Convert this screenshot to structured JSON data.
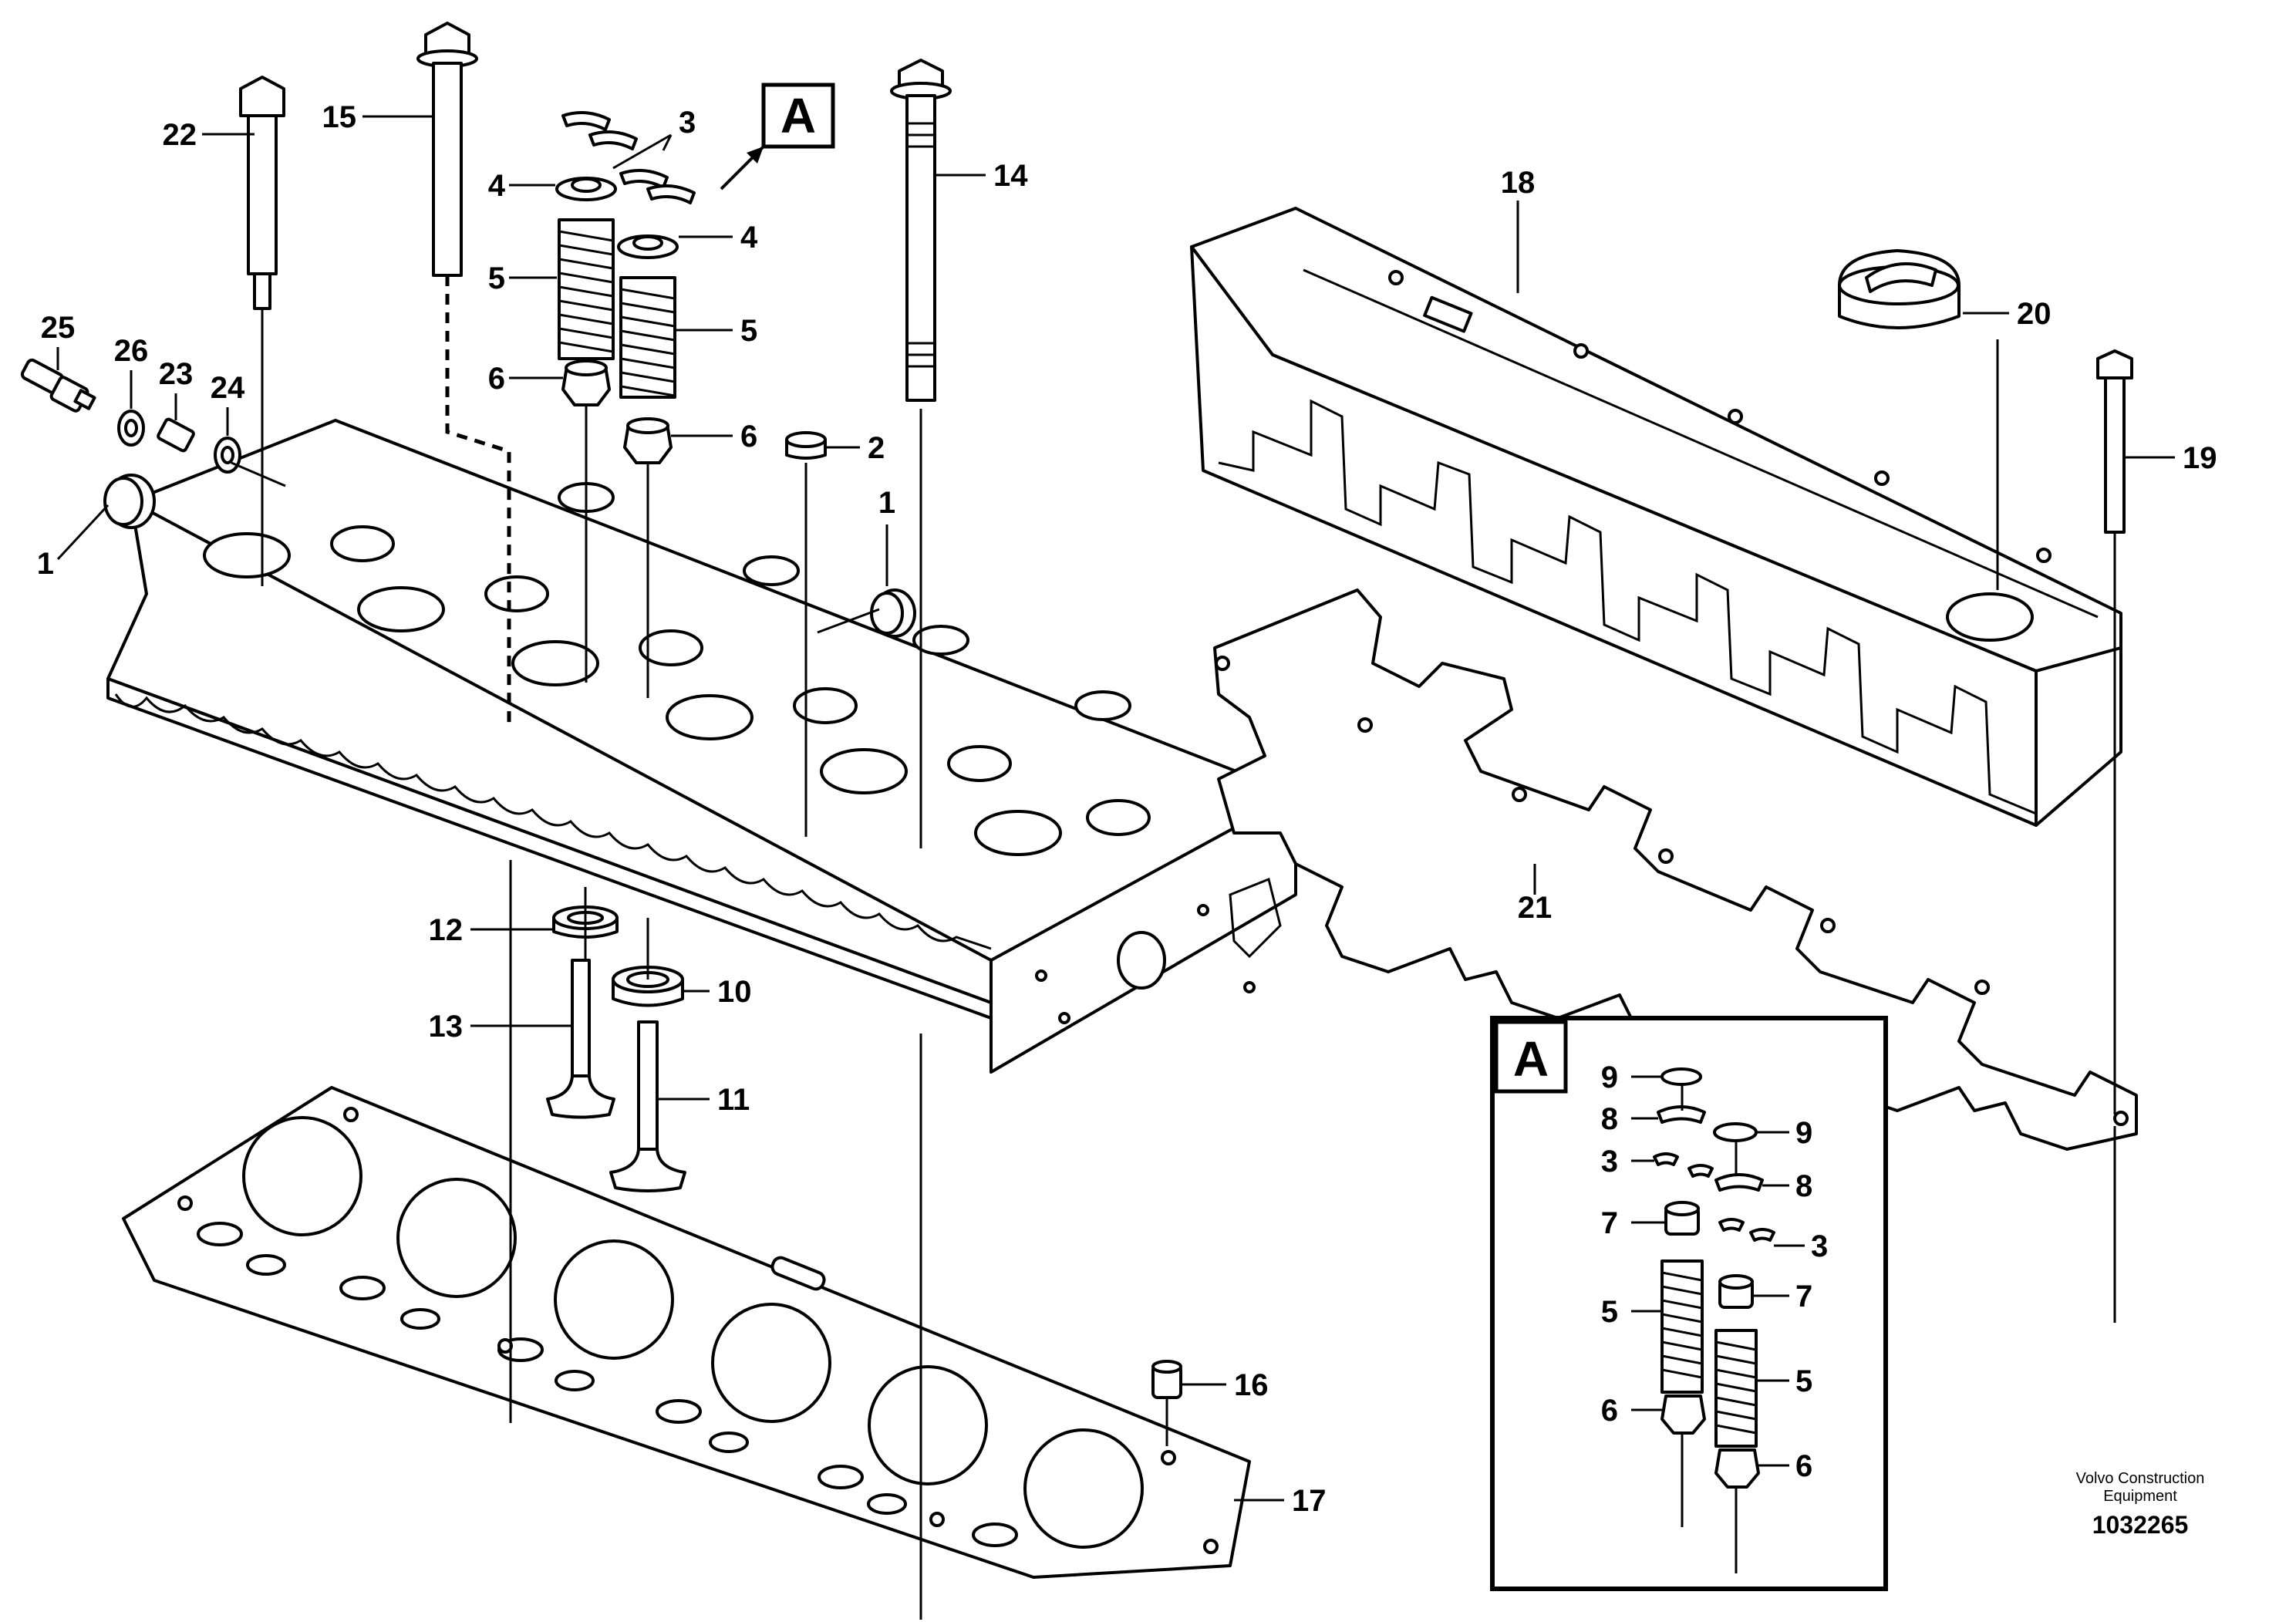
{
  "callouts": {
    "c1a": "1",
    "c1b": "1",
    "c2": "2",
    "c3": "3",
    "c4a": "4",
    "c4b": "4",
    "c5a": "5",
    "c5b": "5",
    "c6a": "6",
    "c6b": "6",
    "c10": "10",
    "c11": "11",
    "c12": "12",
    "c13": "13",
    "c14": "14",
    "c15": "15",
    "c16": "16",
    "c17": "17",
    "c18": "18",
    "c19": "19",
    "c20": "20",
    "c21": "21",
    "c22": "22",
    "c23": "23",
    "c24": "24",
    "c25": "25",
    "c26": "26"
  },
  "detail": {
    "view_label": "A",
    "callouts": {
      "d9a": "9",
      "d8a": "8",
      "d3a": "3",
      "d7a": "7",
      "d5a": "5",
      "d6a": "6",
      "d9b": "9",
      "d8b": "8",
      "d3b": "3",
      "d7b": "7",
      "d5b": "5",
      "d6b": "6"
    }
  },
  "view_marker": "A",
  "footer": {
    "brand_line1": "Volvo Construction",
    "brand_line2": "Equipment",
    "drawing_number": "1032265"
  }
}
